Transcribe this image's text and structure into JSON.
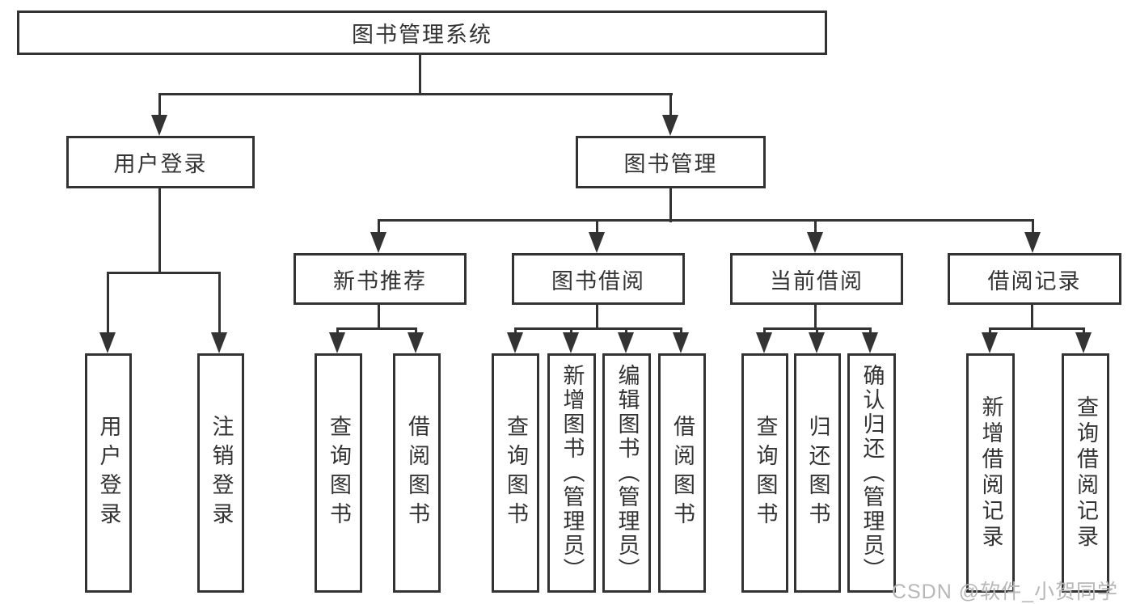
{
  "tree": {
    "label": "图书管理系统",
    "children": [
      {
        "label": "用户登录",
        "children": [
          {
            "label": "用户登录"
          },
          {
            "label": "注销登录"
          }
        ]
      },
      {
        "label": "图书管理",
        "children": [
          {
            "label": "新书推荐",
            "children": [
              {
                "label": "查询图书"
              },
              {
                "label": "借阅图书"
              }
            ]
          },
          {
            "label": "图书借阅",
            "children": [
              {
                "label": "查询图书"
              },
              {
                "label": "新增图书（管理员）"
              },
              {
                "label": "编辑图书（管理员）"
              },
              {
                "label": "借阅图书"
              }
            ]
          },
          {
            "label": "当前借阅",
            "children": [
              {
                "label": "查询图书"
              },
              {
                "label": "归还图书"
              },
              {
                "label": "确认归还（管理员）"
              }
            ]
          },
          {
            "label": "借阅记录",
            "children": [
              {
                "label": "新增借阅记录"
              },
              {
                "label": "查询借阅记录"
              }
            ]
          }
        ]
      }
    ]
  },
  "watermark": "CSDN @软件_小贺同学",
  "colors": {
    "line": "#333333",
    "text": "#333333",
    "background": "#ffffff",
    "watermark": "#b7b7b7"
  }
}
